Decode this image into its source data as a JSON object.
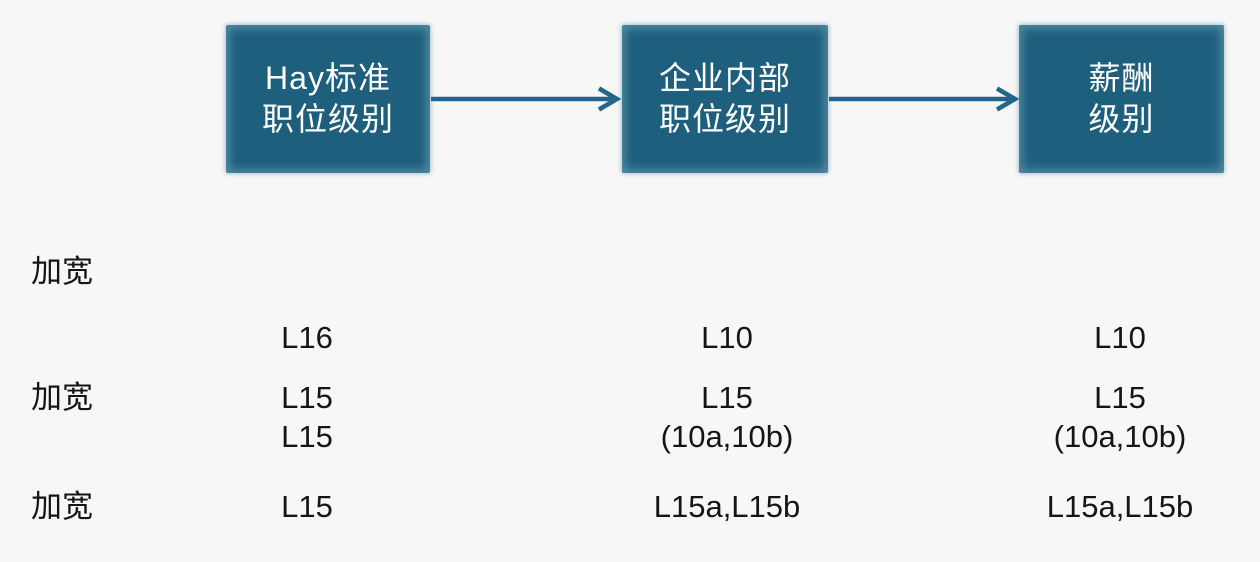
{
  "page": {
    "background_color": "#f7f7f7",
    "text_color": "#151515"
  },
  "flow": {
    "box_fill": "#1e5f7d",
    "box_text_color": "#ffffff",
    "arrow_color": "#226689",
    "boxes": [
      {
        "id": "hay-standard",
        "lines": [
          "Hay标准",
          "职位级别"
        ]
      },
      {
        "id": "enterprise-internal",
        "lines": [
          "企业内部",
          "职位级别"
        ]
      },
      {
        "id": "salary",
        "lines": [
          "薪酬",
          "级别"
        ]
      }
    ]
  },
  "mapping_table": {
    "rows": [
      {
        "label": "加宽",
        "hay": [
          "L16",
          "L15"
        ],
        "internal": [
          "L10",
          "(10a,10b)"
        ],
        "salary": [
          "L10",
          "(10a,10b)"
        ]
      },
      {
        "label": "加宽",
        "hay": [
          "L15"
        ],
        "internal": [
          "L15"
        ],
        "salary": [
          "L15"
        ]
      },
      {
        "label": "加宽",
        "hay": [
          "L15"
        ],
        "internal": [
          "L15a,L15b"
        ],
        "salary": [
          "L15a,L15b"
        ]
      }
    ]
  }
}
